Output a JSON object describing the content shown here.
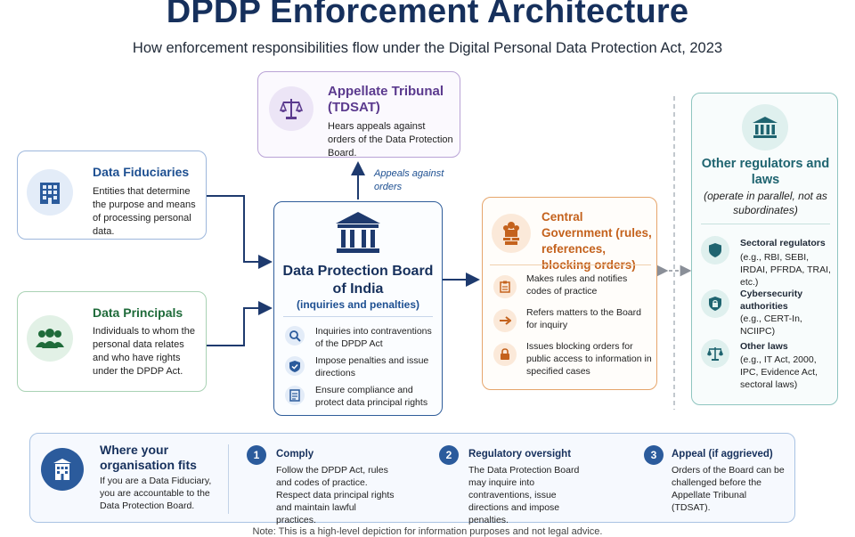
{
  "title": "DPDP Enforcement Architecture",
  "subtitle": "How enforcement responsibilities flow under the Digital Personal Data Protection Act, 2023",
  "tribunal": {
    "heading": "Appellate Tribunal (TDSAT)",
    "text": "Hears appeals against orders of the Data Protection Board."
  },
  "appeals_label": "Appeals against orders",
  "fiduciaries": {
    "heading": "Data Fiduciaries",
    "text": "Entities that determine the purpose and means of processing personal data."
  },
  "principals": {
    "heading": "Data Principals",
    "text": "Individuals to whom the personal data relates and who have rights under the DPDP Act."
  },
  "board": {
    "heading": "Data Protection Board of India",
    "subheading": "(inquiries and penalties)",
    "items": [
      {
        "text": "Inquiries into contraventions of the DPDP Act",
        "icon": "search-icon"
      },
      {
        "text": "Impose penalties and issue directions",
        "icon": "shield-check-icon"
      },
      {
        "text": "Ensure compliance and protect data principal rights",
        "icon": "document-icon"
      }
    ]
  },
  "government": {
    "heading": "Central Government (rules, references, blocking orders)",
    "items": [
      {
        "text": "Makes rules and notifies codes of practice",
        "icon": "clipboard-icon"
      },
      {
        "text": "Refers matters to the Board for inquiry",
        "icon": "arrow-right-icon"
      },
      {
        "text": "Issues blocking orders for public access to information in specified cases",
        "icon": "lock-icon"
      }
    ]
  },
  "others": {
    "heading": "Other regulators and laws",
    "subheading": "(operate in parallel, not as subordinates)",
    "items": [
      {
        "title": "Sectoral regulators",
        "text": "(e.g., RBI, SEBI, IRDAI, PFRDA, TRAI, etc.)",
        "icon": "shield-icon"
      },
      {
        "title": "Cybersecurity authorities",
        "text": "(e.g., CERT-In, NCIIPC)",
        "icon": "padlock-shield-icon"
      },
      {
        "title": "Other laws",
        "text": "(e.g., IT Act, 2000, IPC, Evidence Act, sectoral laws)",
        "icon": "scales-icon"
      }
    ]
  },
  "fits": {
    "heading": "Where your organisation fits",
    "text": "If you are a Data Fiduciary, you are accountable to the Data Protection Board.",
    "steps": [
      {
        "num": "1",
        "title": "Comply",
        "text": "Follow the DPDP Act, rules and codes of practice. Respect data principal rights and maintain lawful practices."
      },
      {
        "num": "2",
        "title": "Regulatory oversight",
        "text": "The Data Protection Board may inquire into contraventions, issue directions and impose penalties."
      },
      {
        "num": "3",
        "title": "Appeal (if aggrieved)",
        "text": "Orders of the Board can be challenged before the Appellate Tribunal (TDSAT)."
      }
    ]
  },
  "note": "Note: This is a high-level depiction for information purposes and not legal advice.",
  "colors": {
    "navy": "#16305c",
    "blue": "#2b5b9c",
    "green": "#1f6b3a",
    "purple": "#5b3a8e",
    "orange": "#c4621d",
    "teal": "#1f6470"
  }
}
